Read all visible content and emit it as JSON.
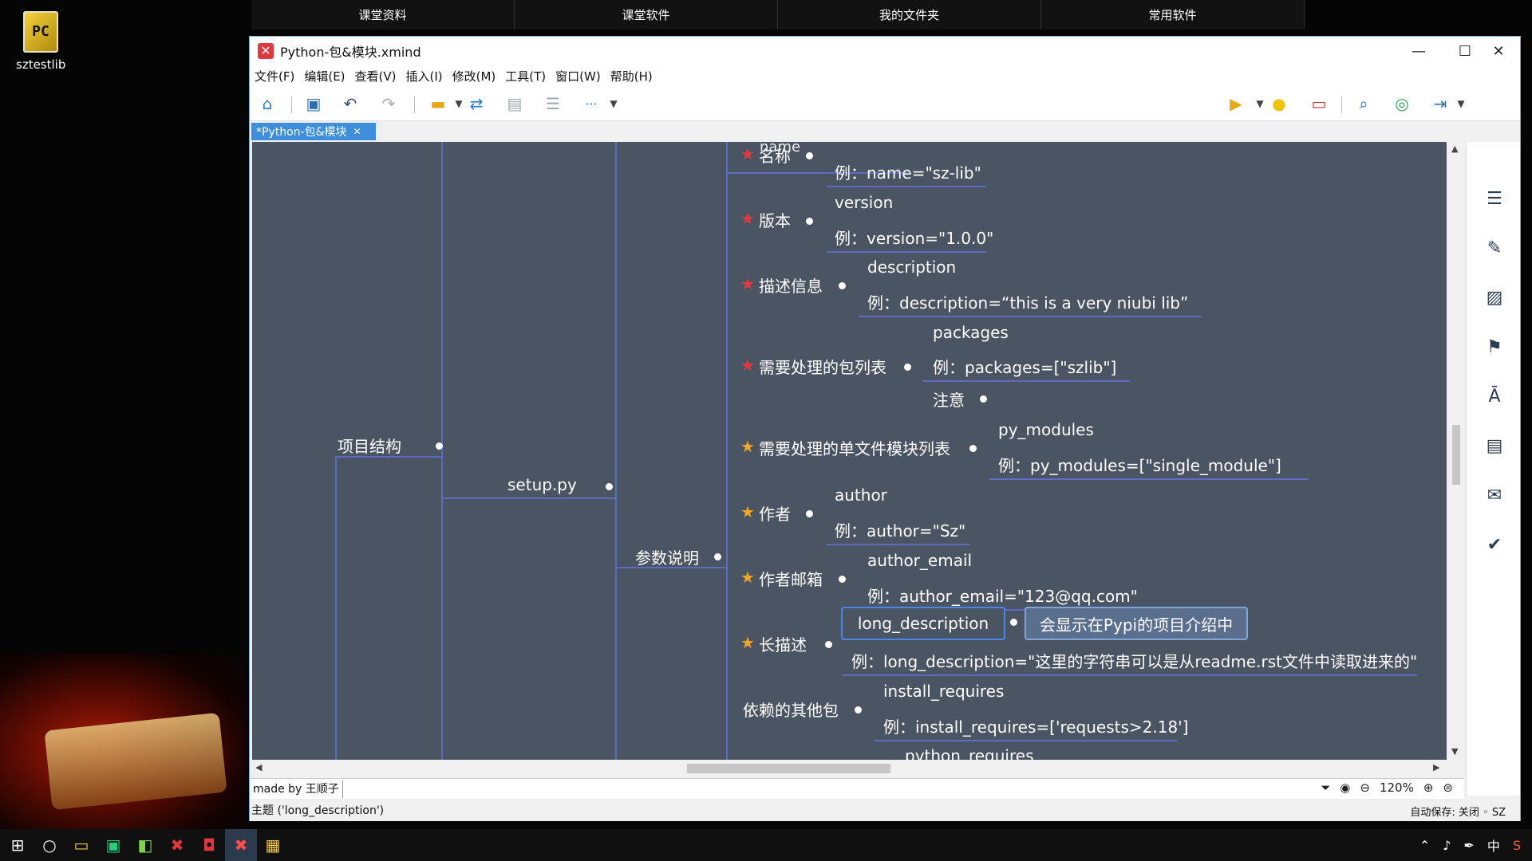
{
  "desktop": {
    "icon_label": "sztestlib",
    "icon_glyph": "PC"
  },
  "course_tabs": [
    "课堂资料",
    "课堂软件",
    "我的文件夹",
    "常用软件"
  ],
  "window": {
    "title": "Python-包&模块.xmind",
    "app_icon": "✕",
    "controls": {
      "minimize": "—",
      "maximize": "☐",
      "close": "✕"
    }
  },
  "menu": [
    "文件(F)",
    "编辑(E)",
    "查看(V)",
    "插入(I)",
    "修改(M)",
    "工具(T)",
    "窗口(W)",
    "帮助(H)"
  ],
  "toolbar": {
    "more_label": "···"
  },
  "doc_tab": {
    "label": "*Python-包&模块",
    "close": "✕"
  },
  "mindmap": {
    "root_branch": "项目结构",
    "file": "setup.py",
    "section": "参数说明",
    "params": [
      {
        "label": "名称",
        "star": "red",
        "name": "name",
        "example": "例：name=\"sz-lib\""
      },
      {
        "label": "版本",
        "star": "red",
        "name": "version",
        "example": "例：version=\"1.0.0\""
      },
      {
        "label": "描述信息",
        "star": "red",
        "name": "description",
        "example": "例：description=“this is a very niubi lib”"
      },
      {
        "label": "需要处理的包列表",
        "star": "red",
        "name": "packages",
        "example": "例：packages=[\"szlib\"]",
        "extra": "注意"
      },
      {
        "label": "需要处理的单文件模块列表",
        "star": "orange",
        "name": "py_modules",
        "example": "例：py_modules=[\"single_module\"]"
      },
      {
        "label": "作者",
        "star": "orange",
        "name": "author",
        "example": "例：author=\"Sz\""
      },
      {
        "label": "作者邮箱",
        "star": "orange",
        "name": "author_email",
        "example": "例：author_email=\"123@qq.com\""
      },
      {
        "label": "长描述",
        "star": "orange",
        "name": "long_description",
        "note": "会显示在Pypi的项目介绍中",
        "example": "例：long_description=\"这里的字符串可以是从readme.rst文件中读取进来的\""
      },
      {
        "label": "依赖的其他包",
        "name": "install_requires",
        "example": "例：install_requires=['requests>2.18']"
      }
    ],
    "partial_bottom": "python_requires"
  },
  "bottom": {
    "made_by": "made by 王顺子",
    "zoom": "120%"
  },
  "status": {
    "topic": "主题 ('long_description')",
    "autosave": "自动保存: 关闭  ◦ SZ"
  },
  "tray": {
    "ime": "中"
  },
  "colors": {
    "canvas": "#4b5462",
    "branch": "#5b6cc0",
    "star_red": "#e8383d",
    "star_orange": "#f5a623",
    "tab": "#3d8fdc"
  }
}
